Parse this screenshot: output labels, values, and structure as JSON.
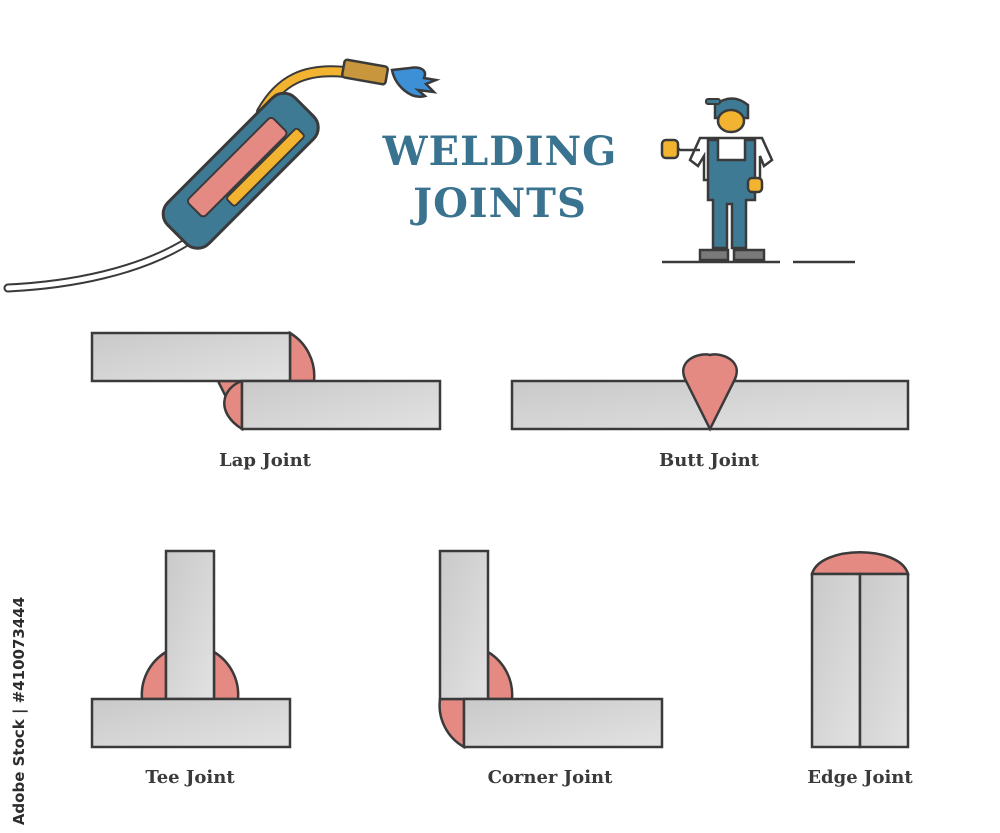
{
  "title": {
    "line1": "WELDING",
    "line2": "JOINTS"
  },
  "joints": [
    {
      "id": "lap",
      "label": "Lap Joint"
    },
    {
      "id": "butt",
      "label": "Butt Joint"
    },
    {
      "id": "tee",
      "label": "Tee Joint"
    },
    {
      "id": "corner",
      "label": "Corner Joint"
    },
    {
      "id": "edge",
      "label": "Edge Joint"
    }
  ],
  "watermark": {
    "text": "Adobe Stock | #410073444"
  },
  "colors": {
    "title": "#3a7390",
    "plate_fill": "#d4d4d4",
    "outline": "#3a3a3a",
    "weld_bead": "#e48a82",
    "torch_body": "#3f7a94",
    "torch_tip": "#f2b430",
    "flame": "#3d8fd6"
  },
  "icons": [
    "welding-torch-icon",
    "welder-worker-icon"
  ]
}
